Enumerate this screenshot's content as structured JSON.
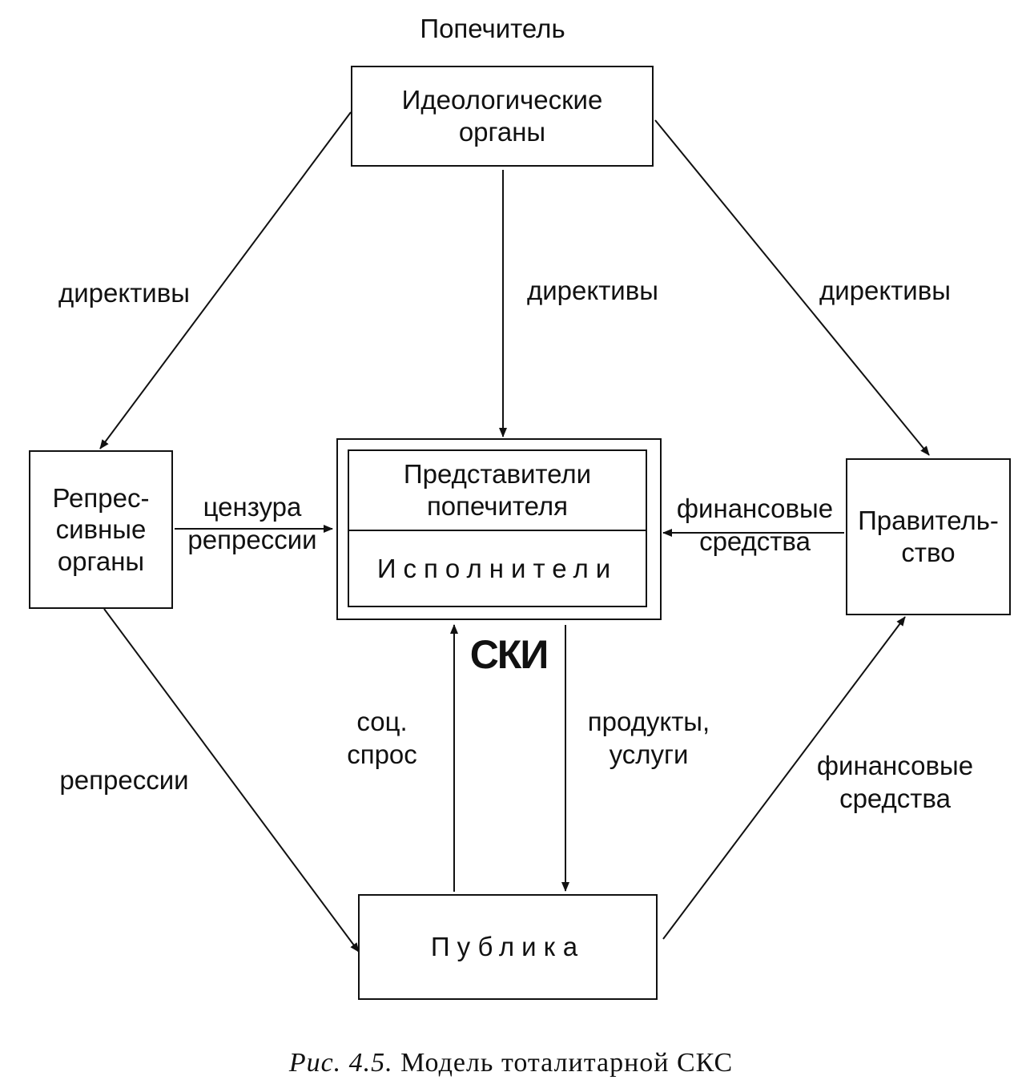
{
  "diagram": {
    "caption_fig": "Рис. 4.5.",
    "caption_text": "Модель тоталитарной СКС",
    "nodes": {
      "trustee": "Попечитель",
      "ideological": [
        "Идеологические",
        "органы"
      ],
      "repressive": [
        "Репрес-",
        "сивные",
        "органы"
      ],
      "representatives": [
        "Представители",
        "попечителя"
      ],
      "performers": "Исполнители",
      "government": [
        "Правитель-",
        "ство"
      ],
      "public": "Публика",
      "ski": "СКИ"
    },
    "edge_labels": {
      "ideological_to_repressive": "директивы",
      "ideological_to_center": "директивы",
      "ideological_to_government": "директивы",
      "repressive_to_center": [
        "цензура",
        "репрессии"
      ],
      "government_to_center": [
        "финансовые",
        "средства"
      ],
      "repressive_to_public": "репрессии",
      "public_to_center": [
        "соц.",
        "спрос"
      ],
      "center_to_public": [
        "продукты,",
        "услуги"
      ],
      "public_to_government": [
        "финансовые",
        "средства"
      ]
    },
    "edges": [
      {
        "from": "ideological",
        "to": "repressive",
        "label": "директивы"
      },
      {
        "from": "ideological",
        "to": "center",
        "label": "директивы"
      },
      {
        "from": "ideological",
        "to": "government",
        "label": "директивы"
      },
      {
        "from": "repressive",
        "to": "center",
        "label": "цензура репрессии"
      },
      {
        "from": "government",
        "to": "center",
        "label": "финансовые средства"
      },
      {
        "from": "repressive",
        "to": "public",
        "label": "репрессии"
      },
      {
        "from": "public",
        "to": "center",
        "label": "соц. спрос"
      },
      {
        "from": "center",
        "to": "public",
        "label": "продукты, услуги"
      },
      {
        "from": "public",
        "to": "government",
        "label": "финансовые средства"
      }
    ]
  }
}
